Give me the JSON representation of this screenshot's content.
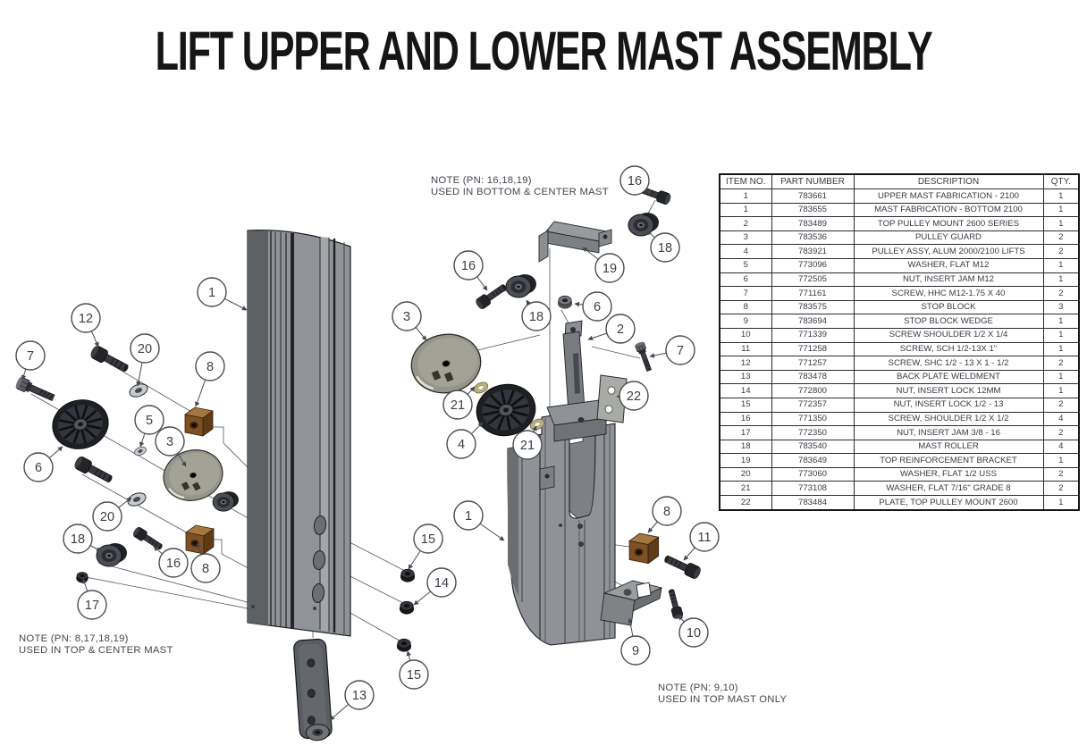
{
  "title": "LIFT UPPER AND LOWER MAST ASSEMBLY",
  "notes": {
    "note1": {
      "line1": "NOTE (PN: 16,18,19)",
      "line2": "USED IN BOTTOM & CENTER MAST"
    },
    "note2": {
      "line1": "NOTE (PN: 8,17,18,19)",
      "line2": "USED IN TOP & CENTER MAST"
    },
    "note3": {
      "line1": "NOTE (PN: 9,10)",
      "line2": "USED IN TOP MAST ONLY"
    }
  },
  "table": {
    "headers": [
      "ITEM NO.",
      "PART NUMBER",
      "DESCRIPTION",
      "QTY."
    ],
    "rows": [
      [
        "1",
        "783661",
        "UPPER MAST FABRICATION - 2100",
        "1"
      ],
      [
        "1",
        "783655",
        "MAST FABRICATION - BOTTOM 2100",
        "1"
      ],
      [
        "2",
        "783489",
        "TOP PULLEY MOUNT  2600 SERIES",
        "1"
      ],
      [
        "3",
        "783536",
        "PULLEY GUARD",
        "2"
      ],
      [
        "4",
        "783921",
        "PULLEY ASSY, ALUM 2000/2100 LIFTS",
        "2"
      ],
      [
        "5",
        "773096",
        "WASHER, FLAT M12",
        "1"
      ],
      [
        "6",
        "772505",
        "NUT, INSERT JAM M12",
        "1"
      ],
      [
        "7",
        "771161",
        "SCREW, HHC M12-1.75 X 40",
        "2"
      ],
      [
        "8",
        "783575",
        "STOP BLOCK",
        "3"
      ],
      [
        "9",
        "783694",
        "STOP BLOCK WEDGE",
        "1"
      ],
      [
        "10",
        "771339",
        "SCREW SHOULDER 1/2 X 1/4",
        "1"
      ],
      [
        "11",
        "771258",
        "SCREW, SCH 1/2-13X 1\"",
        "1"
      ],
      [
        "12",
        "771257",
        "SCREW, SHC 1/2 - 13 X 1 - 1/2",
        "2"
      ],
      [
        "13",
        "783478",
        "BACK PLATE WELDMENT",
        "1"
      ],
      [
        "14",
        "772800",
        "NUT, INSERT LOCK 12MM",
        "1"
      ],
      [
        "15",
        "772357",
        "NUT, INSERT LOCK 1/2 - 13",
        "2"
      ],
      [
        "16",
        "771350",
        "SCREW, SHOULDER 1/2 X 1/2",
        "4"
      ],
      [
        "17",
        "772350",
        "NUT, INSERT JAM 3/8 - 16",
        "2"
      ],
      [
        "18",
        "783540",
        "MAST ROLLER",
        "4"
      ],
      [
        "19",
        "783649",
        "TOP REINFORCEMENT BRACKET",
        "1"
      ],
      [
        "20",
        "773060",
        "WASHER, FLAT 1/2 USS",
        "2"
      ],
      [
        "21",
        "773108",
        "WASHER, FLAT 7/16\" GRADE 8",
        "2"
      ],
      [
        "22",
        "783484",
        "PLATE, TOP PULLEY MOUNT 2600",
        "1"
      ]
    ]
  },
  "callouts": [
    {
      "label": "1"
    },
    {
      "label": "12"
    },
    {
      "label": "7"
    },
    {
      "label": "20"
    },
    {
      "label": "8"
    },
    {
      "label": "5"
    },
    {
      "label": "3"
    },
    {
      "label": "6"
    },
    {
      "label": "20"
    },
    {
      "label": "18"
    },
    {
      "label": "16"
    },
    {
      "label": "8"
    },
    {
      "label": "17"
    },
    {
      "label": "15"
    },
    {
      "label": "14"
    },
    {
      "label": "15"
    },
    {
      "label": "13"
    },
    {
      "label": "16"
    },
    {
      "label": "18"
    },
    {
      "label": "19"
    },
    {
      "label": "16"
    },
    {
      "label": "18"
    },
    {
      "label": "6"
    },
    {
      "label": "2"
    },
    {
      "label": "3"
    },
    {
      "label": "7"
    },
    {
      "label": "21"
    },
    {
      "label": "4"
    },
    {
      "label": "21"
    },
    {
      "label": "22"
    },
    {
      "label": "1"
    },
    {
      "label": "8"
    },
    {
      "label": "11"
    },
    {
      "label": "9"
    },
    {
      "label": "10"
    }
  ],
  "colors": {
    "mast_gray": "#8f9296",
    "stop_block_brown": "#7e5023",
    "pulley_black": "#1e2024",
    "brass_washer": "#b9b184",
    "balloon_stroke": "#4a4b51",
    "table_border": "#161616",
    "note_text": "#45464e",
    "title_text": "#151515"
  }
}
